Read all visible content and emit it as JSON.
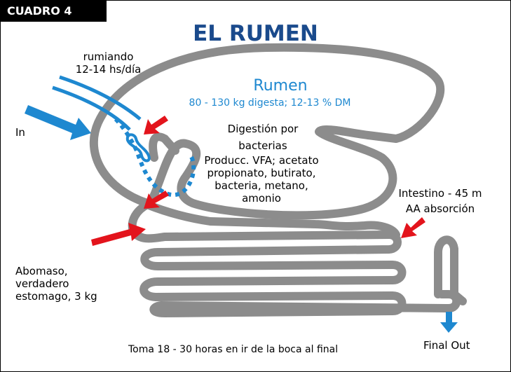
{
  "header": {
    "tag": "CUADRO 4",
    "title": "EL RUMEN"
  },
  "labels": {
    "rumiando": [
      "rumiando",
      "12-14 hs/día"
    ],
    "in": "In",
    "rumen_name": "Rumen",
    "rumen_stats": "80 - 130 kg digesta; 12-13 % DM",
    "digestion": [
      "Digestión por",
      "bacterias"
    ],
    "producc": [
      "Producc. VFA; acetato",
      "propionato, butirato,",
      "bacteria, metano,",
      "amonio"
    ],
    "intestino": [
      "Intestino - 45 m",
      "AA absorción"
    ],
    "abomaso": [
      "Abomaso,",
      "verdadero",
      "estomago, 3 kg"
    ],
    "toma": "Toma 18 - 30 horas en ir de la boca al final",
    "final_out": "Final Out"
  },
  "colors": {
    "tract": "#8c8c8c",
    "blue": "#1e88d0",
    "red": "#e3141c",
    "title": "#1a4a8c"
  }
}
